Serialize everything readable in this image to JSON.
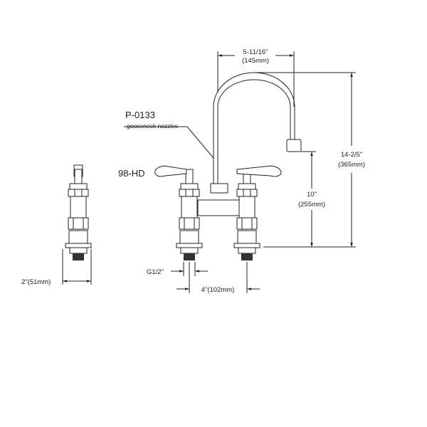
{
  "dimensions": {
    "spout_reach": {
      "imperial": "5-11/16\"",
      "metric": "(145mm)"
    },
    "total_height": {
      "imperial": "14-2/5\"",
      "metric": "(365mm)"
    },
    "spout_height": {
      "imperial": "10\"",
      "metric": "(255mm)"
    },
    "thread": "G1/2\"",
    "center_spacing": "4\"(102mm)",
    "side_width": "2\"(51mm)"
  },
  "labels": {
    "nozzle_code": "P-0133",
    "nozzle_desc": "gooseneck nozzles",
    "handle_code": "98-HD"
  }
}
